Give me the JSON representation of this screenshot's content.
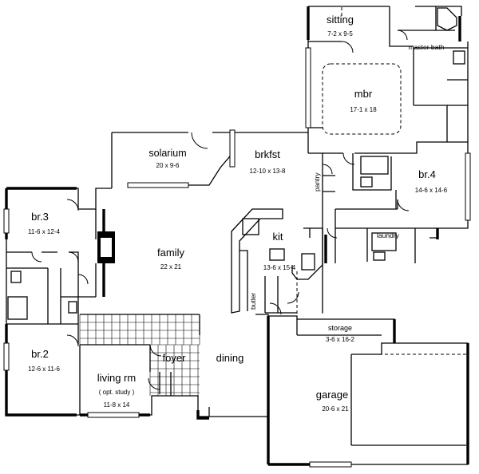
{
  "rooms": {
    "sitting": {
      "name": "sitting",
      "dims": "7-2 x 9-5"
    },
    "master_bath": {
      "name": "master bath"
    },
    "mbr": {
      "name": "mbr",
      "dims": "17-1 x 18"
    },
    "solarium": {
      "name": "solarium",
      "dims": "20 x 9-6"
    },
    "brkfst": {
      "name": "brkfst",
      "dims": "12-10 x 13-8"
    },
    "pantry": {
      "name": "pantry"
    },
    "br4": {
      "name": "br.4",
      "dims": "14-6 x 14-6"
    },
    "br3": {
      "name": "br.3",
      "dims": "11-6 x 12-4"
    },
    "family": {
      "name": "family",
      "dims": "22 x 21"
    },
    "kit": {
      "name": "kit",
      "dims": "13-6 x 15-4"
    },
    "laundry": {
      "name": "laundry"
    },
    "butler": {
      "name": "butler"
    },
    "storage": {
      "name": "storage",
      "dims": "3-6 x 16-2"
    },
    "br2": {
      "name": "br.2",
      "dims": "12-6 x 11-6"
    },
    "foyer": {
      "name": "foyer"
    },
    "dining": {
      "name": "dining"
    },
    "living": {
      "name": "living rm",
      "note": "( opt. study )",
      "dims": "11-8 x 14"
    },
    "garage": {
      "name": "garage",
      "dims": "20-6 x 21"
    }
  }
}
